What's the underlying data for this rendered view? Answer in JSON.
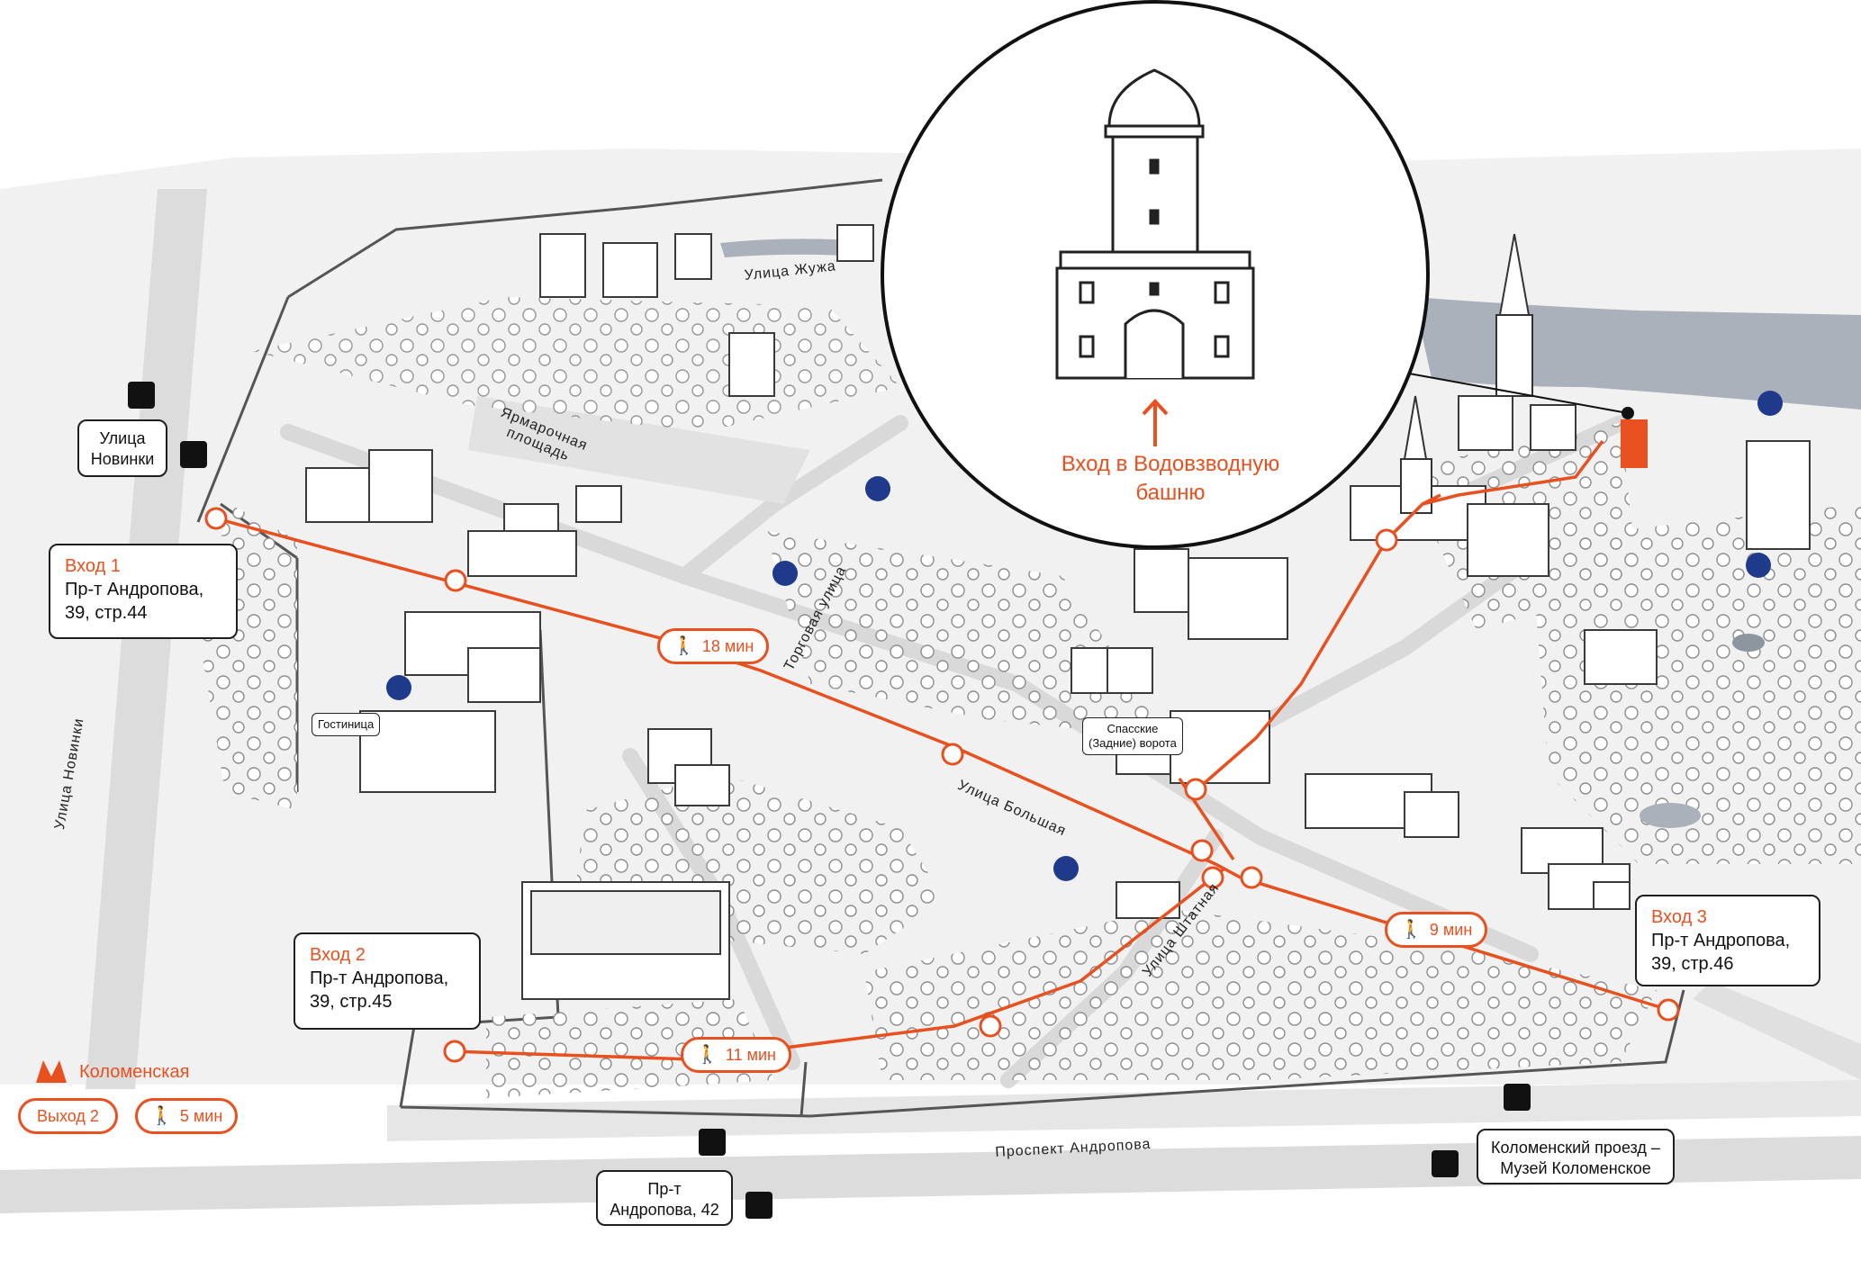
{
  "entrances": [
    {
      "title": "Вход 1",
      "address": "Пр-т Андропова,\n39, стр.44"
    },
    {
      "title": "Вход 2",
      "address": "Пр-т Андропова,\n39, стр.45"
    },
    {
      "title": "Вход 3",
      "address": "Пр-т Андропова,\n39, стр.46"
    }
  ],
  "bus_stops": [
    {
      "label": "Улица\nНовинки"
    },
    {
      "label": "Пр-т\nАндропова, 42"
    },
    {
      "label": "Коломенский проезд –\nМузей Коломенское"
    }
  ],
  "metro": {
    "station": "Коломенская",
    "exit_label": "Выход 2",
    "walk_time": "5 мин"
  },
  "route_times": [
    {
      "label": "18 мин"
    },
    {
      "label": "11 мин"
    },
    {
      "label": "9 мин"
    }
  ],
  "streets": [
    {
      "label": "Улица Жужа"
    },
    {
      "label": "Ярмарочная\nплощадь"
    },
    {
      "label": "Торговая улица"
    },
    {
      "label": "Улица Большая"
    },
    {
      "label": "Улица Штатная"
    },
    {
      "label": "Улица Новинки"
    },
    {
      "label": "Проспект Андропова"
    }
  ],
  "places": [
    {
      "label": "Гостиница"
    },
    {
      "label": "Спасские\n(Задние) ворота"
    }
  ],
  "zoom_caption": "Вход в Водовзводную\nбашню",
  "colors": {
    "route": "#e8501f",
    "road": "#d9d9d9",
    "ground": "#f0f0f0",
    "river": "#aab1ba",
    "cafe": "#1f3a8a"
  },
  "icons": [
    "bus-stop-icon",
    "cafe-icon",
    "walk-icon",
    "metro-icon",
    "direction-arrow-icon",
    "tower-icon"
  ]
}
